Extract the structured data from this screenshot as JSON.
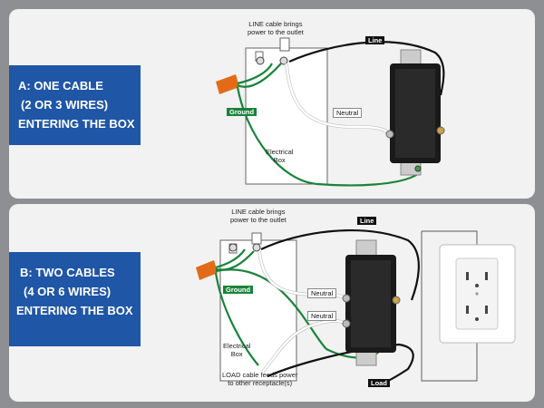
{
  "panel_a": {
    "title_lines": [
      "A: ONE CABLE",
      "(2 OR 3 WIRES)",
      "ENTERING THE BOX"
    ],
    "line_note": [
      "LINE cable brings",
      "power to the outlet"
    ],
    "labels": {
      "line": "Line",
      "neutral": "Neutral",
      "ground": "Ground",
      "box": [
        "Electrical",
        "Box"
      ]
    }
  },
  "panel_b": {
    "title_lines": [
      "B: TWO CABLES",
      " (4 OR 6 WIRES)",
      "ENTERING THE BOX"
    ],
    "line_note": [
      "LINE cable brings",
      "power to the outlet"
    ],
    "load_note": [
      "LOAD cable feeds power",
      "to other receptacle(s)"
    ],
    "labels": {
      "line": "Line",
      "neutral_1": "Neutral",
      "neutral_2": "Neutral",
      "ground": "Ground",
      "load": "Load",
      "box": [
        "Electrical",
        "Box"
      ]
    }
  },
  "colors": {
    "title_bg": "#1f56a6",
    "ground": "#19833a",
    "line": "#111111",
    "neutral": "#ffffff",
    "connector": "#e36b17"
  }
}
